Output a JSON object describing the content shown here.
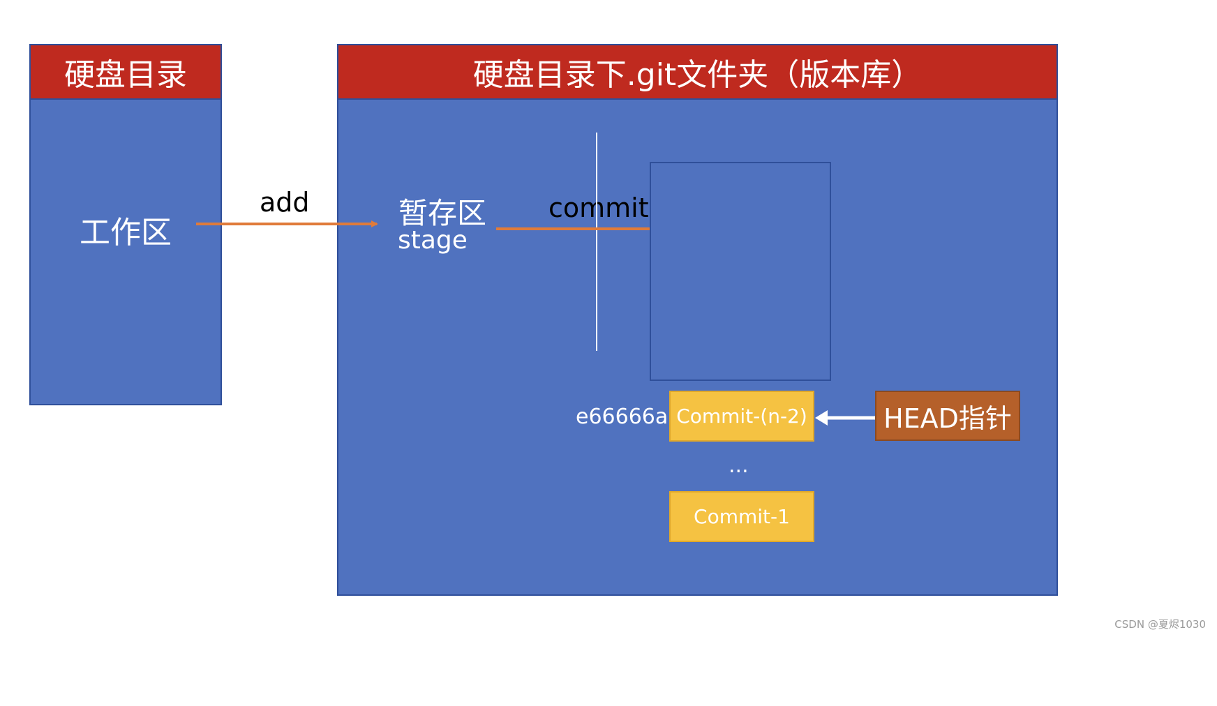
{
  "working_dir": {
    "header": "硬盘目录",
    "label": "工作区"
  },
  "repo": {
    "header": "硬盘目录下.git文件夹（版本库）",
    "stage_label_cn": "暂存区",
    "stage_label_en": "stage"
  },
  "arrows": {
    "add_label": "add",
    "commit_label": "commit"
  },
  "commits": {
    "hash_label": "e66666a",
    "top_commit": "Commit-(n-2)",
    "ellipsis": "...",
    "first_commit": "Commit-1"
  },
  "head": {
    "label": "HEAD指针"
  },
  "watermark": "CSDN @夏烬1030",
  "colors": {
    "header_red": "#bf2a1f",
    "panel_blue": "#5072bf",
    "arrow_orange": "#e07b3a",
    "commit_yellow": "#f5c242",
    "head_brown": "#b5602a"
  }
}
